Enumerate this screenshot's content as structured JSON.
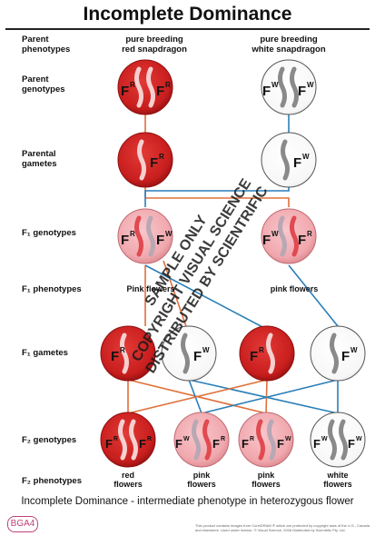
{
  "title": "Incomplete Dominance",
  "labels": {
    "parent_phenotypes": [
      "Parent",
      "phenotypes"
    ],
    "parent_genotypes": [
      "Parent",
      "genotypes"
    ],
    "parental_gametes": [
      "Parental",
      "gametes"
    ],
    "f1_genotypes": "F₁ genotypes",
    "f1_phenotypes": "F₁ phenotypes",
    "f1_gametes": "F₁ gametes",
    "f2_genotypes": "F₂ genotypes",
    "f2_phenotypes": "F₂ phenotypes"
  },
  "parents": {
    "red": [
      "pure breeding",
      "red snapdragon"
    ],
    "white": [
      "pure breeding",
      "white snapdragon"
    ]
  },
  "f1_phenotype_labels": [
    "Pink flowers",
    "pink flowers"
  ],
  "f2_phenotype_labels": [
    [
      "red",
      "flowers"
    ],
    [
      "pink",
      "flowers"
    ],
    [
      "pink",
      "flowers"
    ],
    [
      "white",
      "flowers"
    ]
  ],
  "alleles": {
    "F": "F",
    "R": "R",
    "W": "W"
  },
  "watermark": [
    "SAMPLE ONLY",
    "COPYRIGHT VISUAL SCIENCE",
    "DISTRIBUTED BY SCIENTRIFIC"
  ],
  "caption": "Incomplete Dominance - intermediate phenotype in heterozygous flower",
  "badge": "BGA4",
  "fine_print": "This product contains images from CorelDRAW ® which are protected by copyright laws of the U.S., Canada and elsewhere. Used under license. © Visual Science, 2006   Distributed by Scientrific Pty. Ltd.",
  "colors": {
    "red": "#c81e1e",
    "dark_red": "#8e0f0f",
    "pink": "#f0a8ae",
    "white": "#ffffff",
    "orange_line": "#e0703a",
    "blue_line": "#2a7fb8",
    "badge": "#c0407a"
  }
}
